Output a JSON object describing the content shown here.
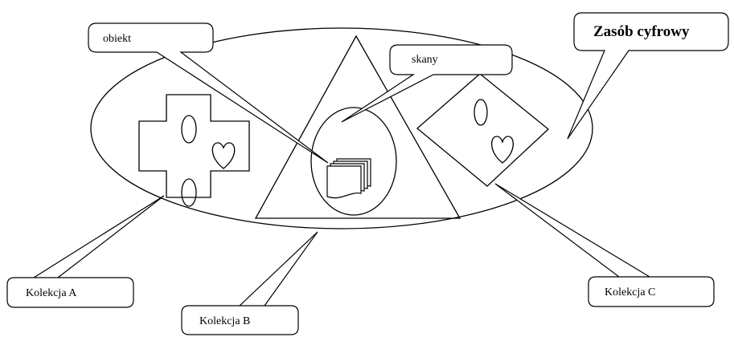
{
  "labels": {
    "zasob": "Zasób cyfrowy",
    "obiekt": "obiekt",
    "skany": "skany",
    "kolekcja_a": "Kolekcja A",
    "kolekcja_b": "Kolekcja B",
    "kolekcja_c": "Kolekcja C"
  }
}
